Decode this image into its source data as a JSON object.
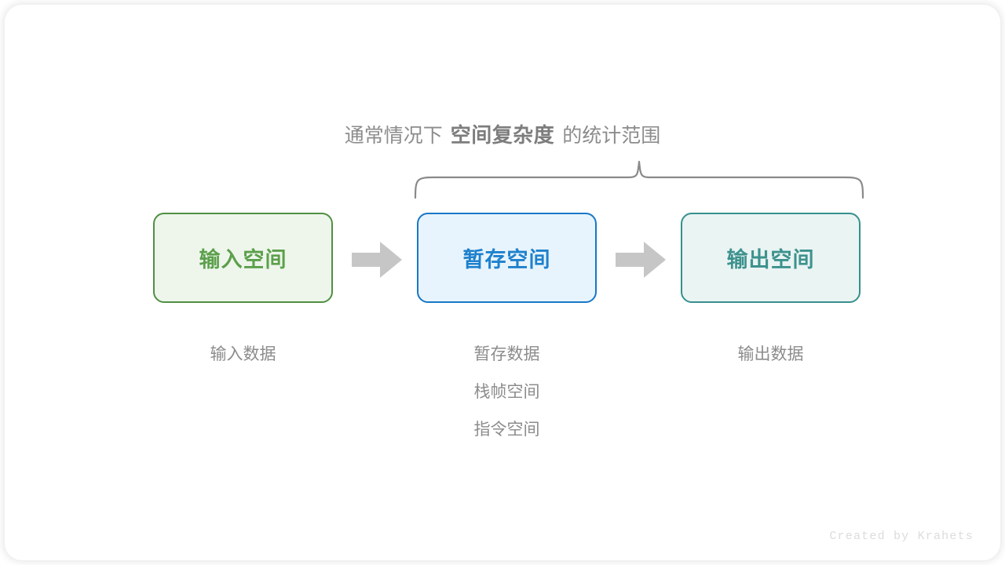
{
  "canvas": {
    "background": "#ffffff",
    "card_background": "#ffffff"
  },
  "heading": {
    "prefix": "通常情况下",
    "emphasis": "空间复杂度",
    "suffix": "的统计范围",
    "color": "#8c8c8c"
  },
  "brace": {
    "name": "curly-brace",
    "color": "#8a8a8a",
    "spans_boxes": [
      "暂存空间",
      "输出空间"
    ]
  },
  "boxes": [
    {
      "id": "input",
      "label": "输入空间",
      "fill": "#eef6ec",
      "border": "#4f9040",
      "text_color": "#5ca04b"
    },
    {
      "id": "temp",
      "label": "暂存空间",
      "fill": "#e8f4fd",
      "border": "#1877c6",
      "text_color": "#1e81cd"
    },
    {
      "id": "output",
      "label": "输出空间",
      "fill": "#eaf4f3",
      "border": "#36908c",
      "text_color": "#3d928e"
    }
  ],
  "arrows": [
    {
      "id": "arrow-1",
      "color": "#c6c6c6",
      "direction": "right"
    },
    {
      "id": "arrow-2",
      "color": "#c6c6c6",
      "direction": "right"
    }
  ],
  "captions": {
    "input": [
      "输入数据"
    ],
    "temp": [
      "暂存数据",
      "栈帧空间",
      "指令空间"
    ],
    "output": [
      "输出数据"
    ],
    "color": "#8c8c8c"
  },
  "watermark": {
    "text": "Created by Krahets",
    "color": "#dcdcdc"
  }
}
